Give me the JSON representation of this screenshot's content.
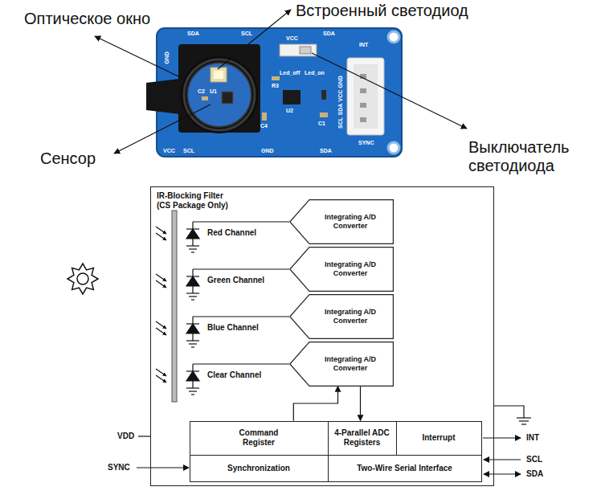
{
  "diagram": {
    "nodes": [
      {
        "text": [
          "IR-Blocking Filter (CS Package Only)"
        ]
      },
      {
        "text": [
          "Integrating A/D Converter"
        ],
        "in": 0
      },
      {
        "text": [
          "Integrating A/D Converter"
        ],
        "in": 0
      },
      {
        "text": [
          "Integrating A/D Converter"
        ],
        "in": 0
      },
      {
        "text": [
          "Integrating A/D Converter"
        ],
        "in": 0
      },
      {
        "text": [
          "Command Register"
        ],
        "in": 0
      },
      {
        "text": [
          "4-Parallel ADC Registers"
        ],
        "in": 0
      },
      {
        "text": [
          "Interrupt"
        ],
        "in": 0
      },
      {
        "text": [
          "Synchronization"
        ],
        "in": 0
      },
      {
        "text": [
          "Two-Wire Serial Interface"
        ],
        "in": 0
      }
    ],
    "edges": [
      {
        "from": 5,
        "to": 4,
        "arrow": "to"
      },
      {
        "from": 4,
        "to": 6,
        "arrow": "to"
      }
    ],
    "labels": [
      "Оптическое окно",
      "Встроенный светодиод",
      "Сенсор",
      "Выключатель светодиода",
      "SDA",
      "GND",
      "SCL",
      "VCC",
      "SDA",
      "Led_off",
      "Led_on",
      "INT",
      "R3",
      "C2",
      "U1",
      "U2",
      "C4",
      "C1",
      "GND",
      "VCC",
      "SDA",
      "SCL",
      "VCC",
      "SCL",
      "GND",
      "SDA",
      "SYNC",
      "Red Channel",
      "Green Channel",
      "Blue Channel",
      "Clear Channel",
      "VDD",
      "SYNC",
      "INT",
      "SCL",
      "SDA"
    ]
  }
}
